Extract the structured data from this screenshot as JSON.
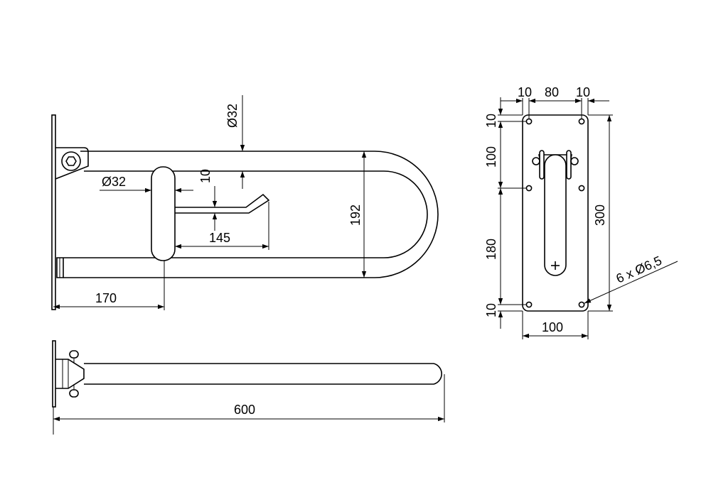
{
  "colors": {
    "line": "#000000",
    "background": "#ffffff"
  },
  "dimensions": {
    "tube_diameter_top": "Ø32",
    "tube_diameter_side": "Ø32",
    "gap_10": "10",
    "holder_length": "145",
    "height_192": "192",
    "wall_offset": "170",
    "overall_length": "600",
    "plate_edge_left": "10",
    "plate_hole_spacing": "80",
    "plate_edge_right": "10",
    "plate_top_edge": "10",
    "plate_vertical_100": "100",
    "plate_vertical_180": "180",
    "plate_bottom_edge": "10",
    "plate_height": "300",
    "plate_width": "100",
    "holes": "6 x Ø6,5"
  },
  "views": {
    "top": "top-view",
    "side": "side-view",
    "plate": "wall-plate-view"
  },
  "icons": {
    "hex_bolt": "hex-bolt-icon",
    "cross_mark": "cross-mark-icon"
  }
}
